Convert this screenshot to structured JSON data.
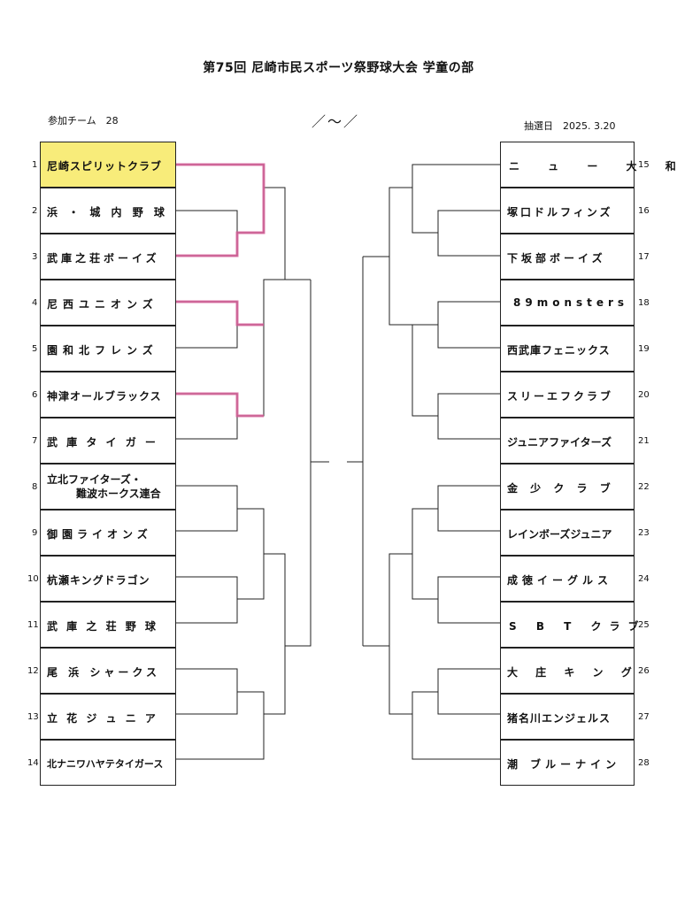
{
  "title": "第75回 尼崎市民スポーツ祭野球大会 学童の部",
  "participants": "参加チーム　28",
  "date_range": "／～／",
  "draw_date": "抽選日　2025. 3.20",
  "left_teams": [
    {
      "num": "1",
      "name": "尼崎スピリットクラブ"
    },
    {
      "num": "2",
      "name": "浜 ・ 城 内 野 球"
    },
    {
      "num": "3",
      "name": "武庫之荘ボーイズ"
    },
    {
      "num": "4",
      "name": "尼西ユニオンズ"
    },
    {
      "num": "5",
      "name": "園和北フレンズ"
    },
    {
      "num": "6",
      "name": "神津オールブラックス"
    },
    {
      "num": "7",
      "name": "武 庫 タ イ ガ ー"
    },
    {
      "num": "8",
      "name_line1": "立北ファイターズ・",
      "name_line2": "難波ホークス連合"
    },
    {
      "num": "9",
      "name": "御園ライオンズ"
    },
    {
      "num": "10",
      "name": "杭瀬キングドラゴン"
    },
    {
      "num": "11",
      "name": "武 庫 之 荘 野 球"
    },
    {
      "num": "12",
      "name": "尾 浜 シャークス"
    },
    {
      "num": "13",
      "name": "立 花 ジ ュ ニ ア"
    },
    {
      "num": "14",
      "name": "北ナニワハヤテタイガース"
    }
  ],
  "right_teams": [
    {
      "num": "15",
      "name": "ニ ュ ー 大 和"
    },
    {
      "num": "16",
      "name": "塚口ドルフィンズ"
    },
    {
      "num": "17",
      "name": "下坂部ボーイズ"
    },
    {
      "num": "18",
      "name": "89monsters"
    },
    {
      "num": "19",
      "name": "西武庫フェニックス"
    },
    {
      "num": "20",
      "name": "スリーエフクラブ"
    },
    {
      "num": "21",
      "name": "ジュニアファイターズ"
    },
    {
      "num": "22",
      "name": "金 少 ク ラ ブ"
    },
    {
      "num": "23",
      "name": "レインボーズジュニア"
    },
    {
      "num": "24",
      "name": "成徳イーグルス"
    },
    {
      "num": "25",
      "name": "S B T クラブ"
    },
    {
      "num": "26",
      "name": "大 庄 キ ン グ"
    },
    {
      "num": "27",
      "name": "猪名川エンジェルス"
    },
    {
      "num": "28",
      "name": "潮 ブルーナイン"
    }
  ],
  "colors": {
    "highlight": "#f8ec7a",
    "winner_line": "#d9609a",
    "line": "#222222"
  }
}
